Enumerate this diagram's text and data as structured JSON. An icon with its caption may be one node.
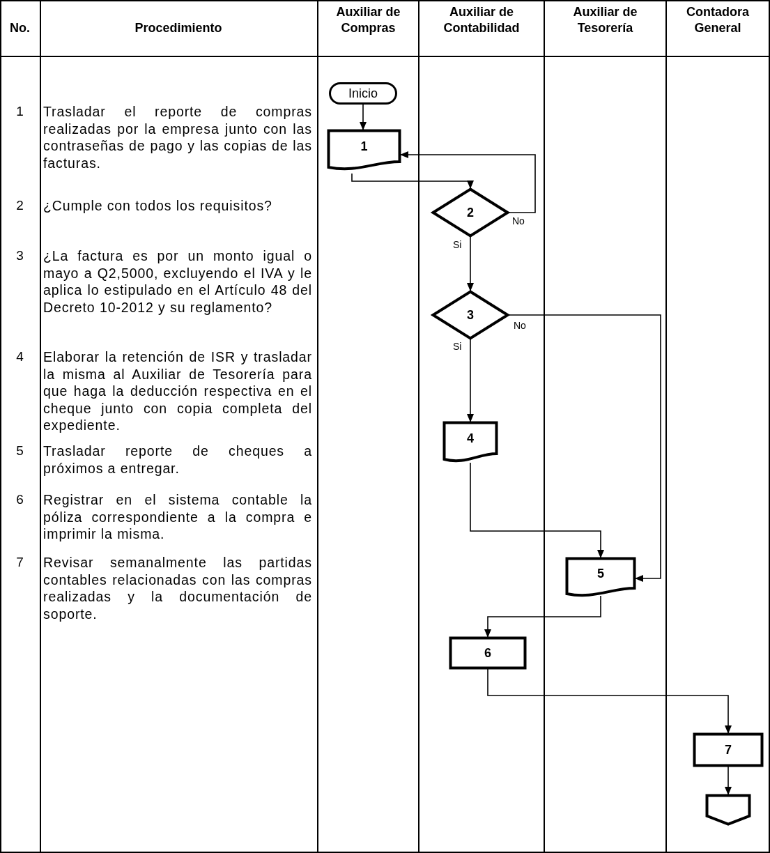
{
  "diagram": {
    "nodes": [
      {
        "text": [
          "Auxiliar de Compras"
        ]
      },
      {
        "text": [
          "Auxiliar de Contabilidad"
        ]
      },
      {
        "text": [
          "Auxiliar de Tesorería"
        ]
      },
      {
        "text": [
          "Contadora General"
        ]
      },
      {
        "text": [
          "Inicio"
        ],
        "in": 0
      },
      {
        "text": [
          "1"
        ],
        "in": 0
      },
      {
        "text": [
          "2"
        ],
        "in": 1
      },
      {
        "text": [
          "3"
        ],
        "in": 1
      },
      {
        "text": [
          "4"
        ],
        "in": 1
      },
      {
        "text": [
          "5"
        ],
        "in": 2
      },
      {
        "text": [
          "6"
        ],
        "in": 1
      },
      {
        "text": [
          "7"
        ],
        "in": 3
      },
      {
        "text": [],
        "shape": "pentagon",
        "in": 3
      }
    ],
    "edges": [
      {
        "from": 4,
        "to": 5,
        "arrow": "to"
      },
      {
        "from": 5,
        "to": 6,
        "arrow": "to"
      },
      {
        "from": 6,
        "to": 5,
        "arrow": "to",
        "label": "No"
      },
      {
        "from": 6,
        "to": 7,
        "arrow": "to",
        "label": "Si"
      },
      {
        "from": 7,
        "to": 8,
        "arrow": "to",
        "label": "Si"
      },
      {
        "from": 7,
        "to": 9,
        "arrow": "to",
        "label": "No"
      },
      {
        "from": 8,
        "to": 9,
        "arrow": "to"
      },
      {
        "from": 9,
        "to": 10,
        "arrow": "to"
      },
      {
        "from": 10,
        "to": 11,
        "arrow": "to"
      },
      {
        "from": 11,
        "to": 12,
        "arrow": "to"
      }
    ],
    "labels": [
      "No.",
      "Procedimiento",
      "1",
      "Trasladar el reporte de compras realizadas por la empresa junto con las contraseñas de pago y las copias de las facturas.",
      "2",
      "¿Cumple con todos los requisitos?",
      "3",
      "¿La factura es por un monto igual o mayo a Q2,5000, excluyendo el IVA y le aplica lo estipulado en el Artículo 48 del Decreto 10-2012 y su reglamento?",
      "4",
      "Elaborar la retención de ISR y trasladar la misma al Auxiliar de Tesorería para que haga la deducción respectiva en el cheque junto con copia completa del expediente.",
      "5",
      "Trasladar reporte de cheques a próximos a entregar.",
      "6",
      "Registrar en el sistema contable la póliza correspondiente a la compra e imprimir la misma.",
      "7",
      "Revisar semanalmente las partidas contables relacionadas con las compras realizadas y la documentación de soporte."
    ]
  }
}
